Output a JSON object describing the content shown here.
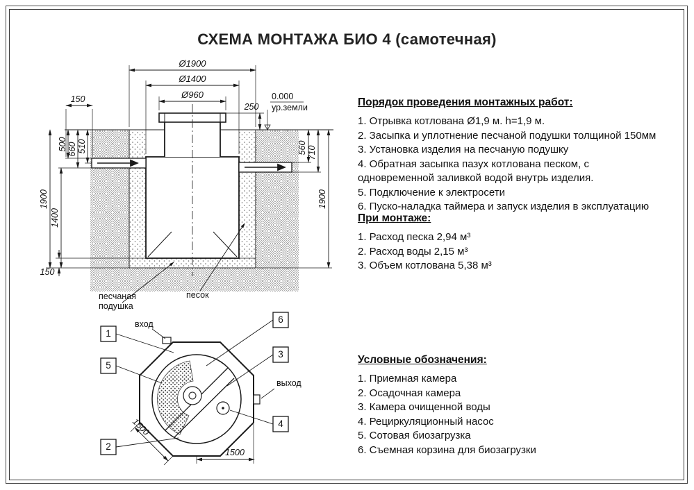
{
  "title": "СХЕМА МОНТАЖА БИО 4 (самотечная)",
  "section": {
    "dims": {
      "d1900": "Ø1900",
      "d1400": "Ø1400",
      "d960": "Ø960",
      "h150_top": "150",
      "v500": "500",
      "v660": "660",
      "v510": "510",
      "v1900_left": "1900",
      "v1400_left": "1400",
      "v150_bottom": "150",
      "v250": "250",
      "zero_mark": "0.000",
      "ground_label": "ур.земли",
      "v560": "560",
      "v710": "710",
      "v1900_right": "1900"
    },
    "labels": {
      "sand_cushion_line1": "песчаная",
      "sand_cushion_line2": "подушка",
      "sand": "песок"
    }
  },
  "plan": {
    "inlet_label": "вход",
    "outlet_label": "выход",
    "dim_diagonal": "1500",
    "dim_bottom": "1500",
    "callouts": {
      "c1": "1",
      "c2": "2",
      "c3": "3",
      "c4": "4",
      "c5": "5",
      "c6": "6"
    }
  },
  "instructions": {
    "heading": "Порядок проведения монтажных работ:",
    "items": [
      "1. Отрывка котлована Ø1,9 м. h=1,9 м.",
      "2. Засыпка и уплотнение песчаной подушки толщиной 150мм",
      "3. Установка изделия на песчаную подушку",
      "4. Обратная засыпка пазух котлована песком, с одновременной заливкой водой внутрь изделия.",
      "5. Подключение к электросети",
      "6. Пуско-наладка таймера и запуск изделия в эксплуатацию"
    ]
  },
  "installation": {
    "heading": "При монтаже:",
    "items": [
      "1. Расход песка 2,94 м³",
      "2. Расход воды 2,15 м³",
      "3. Объем котлована 5,38 м³"
    ]
  },
  "legend": {
    "heading": "Условные обозначения:",
    "items": [
      "1. Приемная камера",
      "2. Осадочная камера",
      "3. Камера очищенной воды",
      "4. Рециркуляционный насос",
      "5. Сотовая биозагрузка",
      "6. Съемная корзина для биозагрузки"
    ]
  }
}
